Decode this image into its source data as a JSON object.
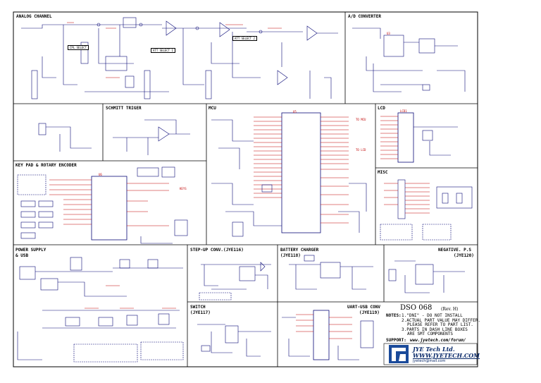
{
  "sheet": {
    "title": "DSO 068",
    "revision": "(Rev. H)",
    "notes_heading": "NOTES:",
    "notes": [
      "1.\"DNI\" - DO NOT INSTALL",
      "2.ACTUAL PART VALUE MAY DIFFER.",
      "PLEASE REFER TO PART LIST.",
      "3.PARTS IN DASH LINE BOXES",
      "ARE SMT COMPONENTS"
    ],
    "support_label": "SUPPORT:",
    "support_url": "www.jyetech.com/forum/",
    "company": "JYE Tech Ltd.",
    "website": "WWW.JYETECH.COM",
    "email": "jyetech@mail.com",
    "colors": {
      "wire": "#0a0a78",
      "signal": "#c00000",
      "frame": "#000000",
      "logo": "#1a4a9a"
    }
  },
  "sections": {
    "analog_channel": "ANALOG CHANNEL",
    "ad_converter": "A/D CONVERTER",
    "schmitt_trigger": "SCHMITT TRIGER",
    "mcu": "MCU",
    "lcd": "LCD",
    "keypad": "KEY PAD & ROTARY ENCODER",
    "misc": "MISC",
    "power_supply": "POWER SUPPLY",
    "power_supply_2": "& USB",
    "stepup": "STEP-UP CONV.(JYE116)",
    "battery": "BATTERY CHARGER",
    "battery_2": "(JYE118)",
    "negative": "NEGATIVE. P.S",
    "negative_2": "(JYE120)",
    "switch": "SWITCH",
    "switch_2": "(JYE117)",
    "uart": "UART-USB CONV",
    "uart_2": "(JYE119)"
  },
  "tags": {
    "cpl_select": "CPL SELECT",
    "att_select_1": "ATT SELECT 1",
    "att_select_2": "ATT SELECT 2",
    "ad_out": "TO MCU",
    "lcd_out": "TO LCD",
    "keys": "KEYS"
  },
  "chips": {
    "mcu": "U5",
    "adc": "U3",
    "lcd": "LCD1",
    "kp": "U6"
  }
}
